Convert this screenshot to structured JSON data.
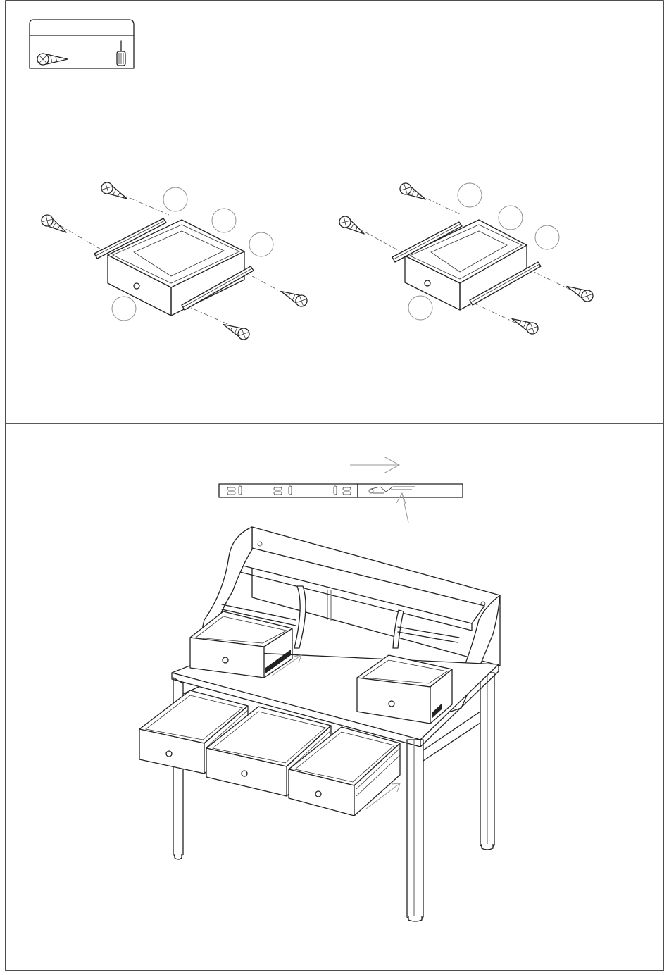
{
  "document": {
    "type": "assembly-instruction-sheet",
    "steps": [
      {
        "name": "drawer-slide-installation",
        "hardware_box": {
          "icons": [
            "screw-icon",
            "screwdriver-icon"
          ]
        },
        "illustrations": [
          "left-drawer-assembly",
          "right-drawer-assembly"
        ]
      },
      {
        "name": "desk-drawer-insertion",
        "illustrations": [
          "slide-rail-detail",
          "desk-with-drawers"
        ]
      }
    ]
  },
  "colors": {
    "line": "#222222",
    "callout": "#888888",
    "arrow": "#999999",
    "background": "#ffffff"
  }
}
